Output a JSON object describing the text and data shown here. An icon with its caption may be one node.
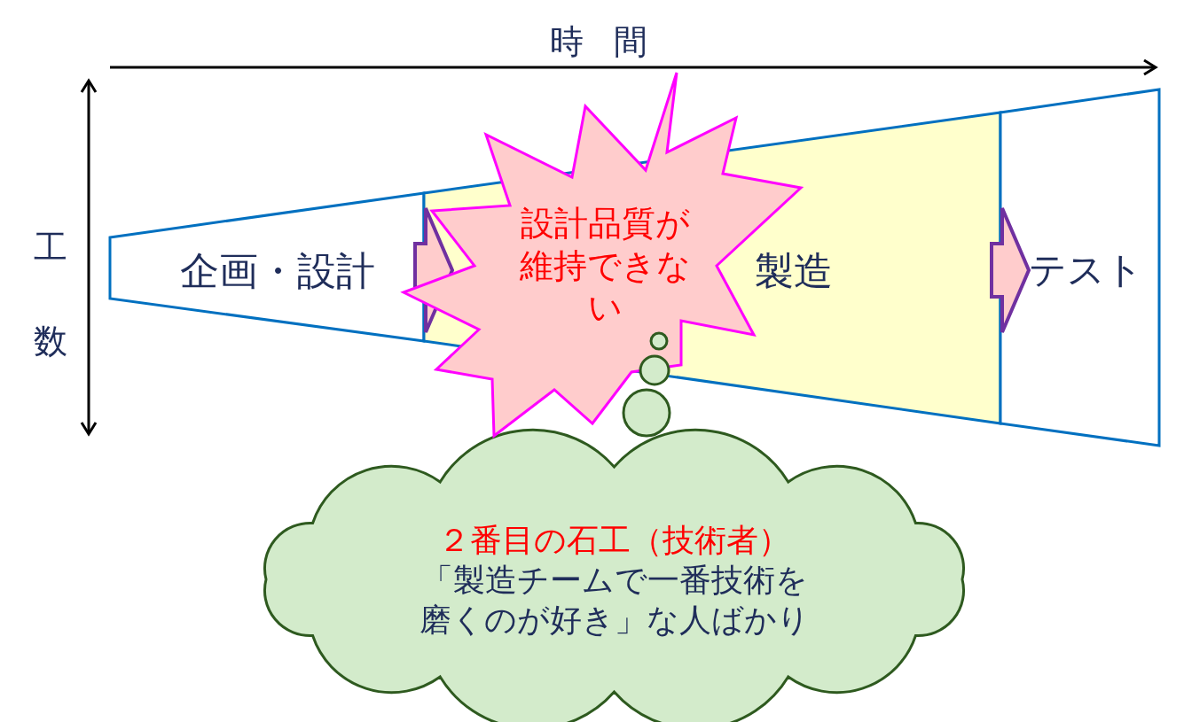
{
  "diagram": {
    "nodes": [
      {
        "text": [
          "企画・設計"
        ]
      },
      {
        "text": [
          "製造"
        ]
      },
      {
        "text": [
          "テスト"
        ]
      },
      {
        "text": [
          "設計品質が維持できない"
        ]
      },
      {
        "text": [
          "２番目の石工（技術者）",
          "「製造チームで一番技術を磨くのが好き」な人ばかり"
        ]
      }
    ],
    "edges": [
      {
        "from": 0,
        "to": 1,
        "arrow": "to"
      },
      {
        "from": 1,
        "to": 2,
        "arrow": "to"
      }
    ],
    "labels": [
      "時間",
      "工数"
    ]
  }
}
